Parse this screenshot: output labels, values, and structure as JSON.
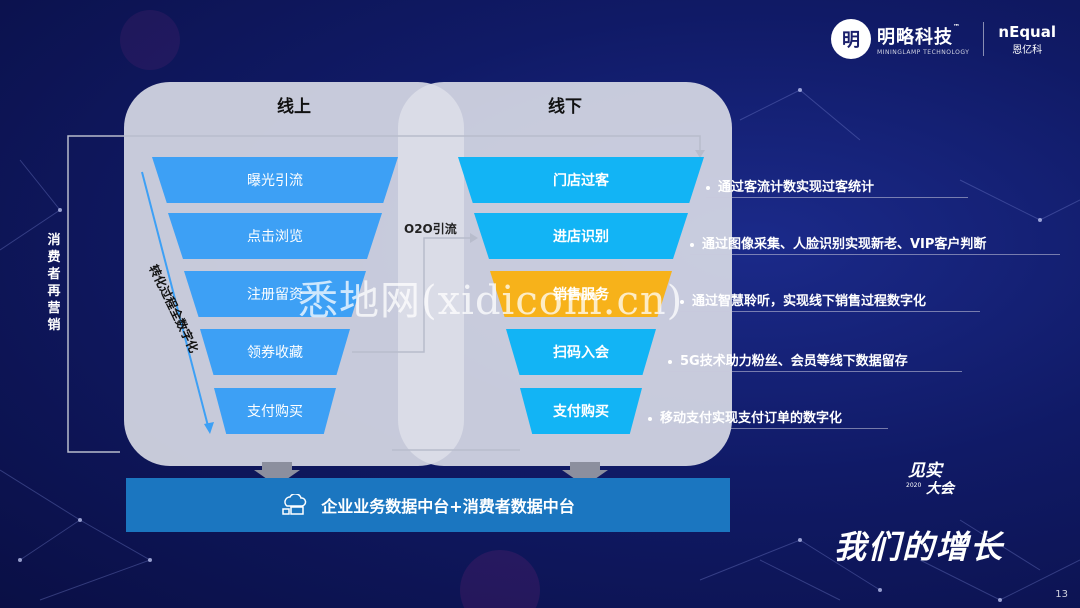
{
  "brand": {
    "badge": "明",
    "name": "明略科技",
    "tm": "™",
    "subtitle": "MININGLAMP TECHNOLOGY",
    "partner_name": "nEqual",
    "partner_cn": "恩亿科"
  },
  "online": {
    "title": "线上",
    "steps": [
      "曝光引流",
      "点击浏览",
      "注册留资",
      "领券收藏",
      "支付购买"
    ],
    "diag_label": "转化过程全数字化"
  },
  "offline": {
    "title": "线下",
    "steps": [
      "门店过客",
      "进店识别",
      "销售服务",
      "扫码入会",
      "支付购买"
    ],
    "highlight_index": 2
  },
  "o2o_label": "O2O引流",
  "vertical_label": "消费者再营销",
  "descriptions": [
    "通过客流计数实现过客统计",
    "通过图像采集、人脸识别实现新老、VIP客户判断",
    "通过智慧聆听，实现线下销售过程数字化",
    "5G技术助力粉丝、会员等线下数据留存",
    "移动支付实现支付订单的数字化"
  ],
  "platform_label": "企业业务数据中台+消费者数据中台",
  "watermark": "悉地网(xidicom.cn)",
  "event": {
    "line1": "见实",
    "year": "2020",
    "line2": "大会"
  },
  "slogan": "我们的增长",
  "page_number": "13",
  "colors": {
    "online_bar": "#3da0f5",
    "offline_bar": "#12b4f5",
    "highlight_bar": "#f7b21a",
    "platform": "#1b76c0",
    "panel": "#dcdee8"
  }
}
